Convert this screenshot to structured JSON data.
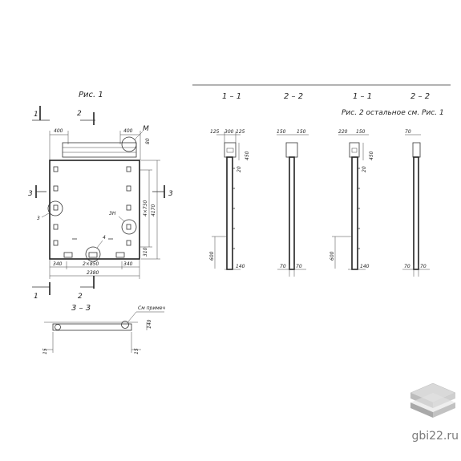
{
  "fig1": {
    "title": "Рис. 1",
    "sections": {
      "s1": "1",
      "s2": "2",
      "s3": "3"
    },
    "callout_m": "М",
    "callout_3": "3",
    "callout_3n": "3Н",
    "callout_4": "4",
    "dims": {
      "top_left": "400",
      "top_right": "400",
      "top_80": "80",
      "bottom_340_left": "340",
      "bottom_2x850": "2×850",
      "bottom_340_right": "340",
      "bottom_total": "2380",
      "right_4x730": "4×730",
      "right_4170": "4170",
      "right_310": "310"
    }
  },
  "section33": {
    "title": "3 – 3",
    "note": "См примеч",
    "dim_140": "140",
    "dim_15_left": "15",
    "dim_15_right": "15"
  },
  "fig2": {
    "title": "Рис. 2  остальное см. Рис. 1",
    "header_11_a": "1 – 1",
    "header_22_a": "2 – 2",
    "header_11_b": "1 – 1",
    "header_22_b": "2 – 2",
    "a11": {
      "d125a": "125",
      "d300": "300",
      "d125b": "125",
      "d450": "450",
      "d20": "20",
      "d600": "600",
      "d140": "140"
    },
    "a22": {
      "d150a": "150",
      "d150b": "150",
      "d70a": "70",
      "d70b": "70"
    },
    "b11": {
      "d220": "220",
      "d150": "150",
      "d450": "450",
      "d20": "20",
      "d600": "600",
      "d140": "140"
    },
    "b22": {
      "d70top": "70",
      "d70a": "70",
      "d70b": "70"
    }
  },
  "watermark": {
    "site": "gbi22.ru",
    "logo": "layers-logo-icon"
  }
}
